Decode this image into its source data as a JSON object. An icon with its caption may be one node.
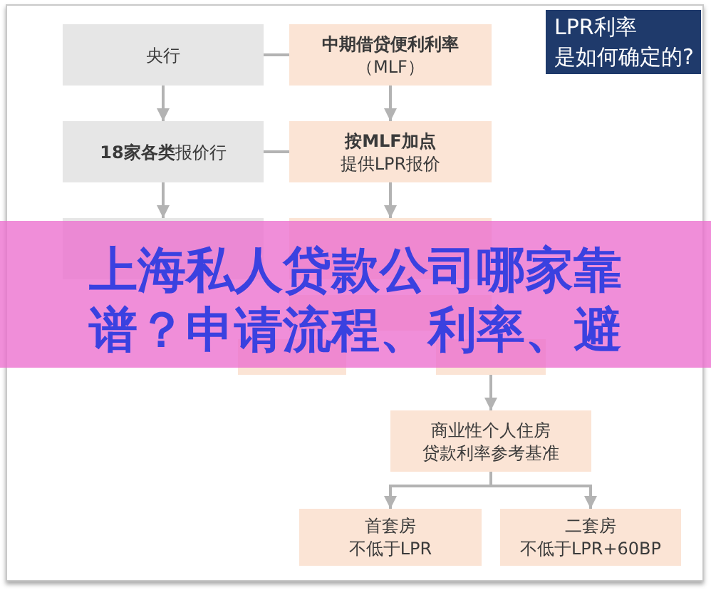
{
  "diagram": {
    "title": "上海私人贷款公司哪家靠谱？申请流程、利率、避",
    "nodes": [
      {
        "text": [
          "央行"
        ]
      },
      {
        "text": [
          "中期借贷便利利率",
          "（MLF）"
        ]
      },
      {
        "text": [
          "LPR利率",
          "是如何确定的?"
        ]
      },
      {
        "text": [
          "**18家各类**报价行"
        ]
      },
      {
        "text": [
          "按MLF加点",
          "提供LPR报价"
        ]
      },
      {
        "text": [],
        "shape": "box"
      },
      {
        "text": [],
        "shape": "box"
      },
      {
        "text": [],
        "shape": "box"
      },
      {
        "text": [],
        "shape": "box"
      },
      {
        "text": [],
        "shape": "box"
      },
      {
        "text": [
          "商业性个人住房",
          "贷款利率参考基准"
        ]
      },
      {
        "text": [
          "首套房",
          "不低于LPR"
        ]
      },
      {
        "text": [
          "二套房",
          "不低于LPR+60BP"
        ]
      }
    ],
    "edges": [
      {
        "from": 0,
        "to": 1,
        "arrow": "none"
      },
      {
        "from": 0,
        "to": 3,
        "arrow": "to"
      },
      {
        "from": 1,
        "to": 4,
        "arrow": "to"
      },
      {
        "from": 3,
        "to": 4,
        "arrow": "none"
      },
      {
        "from": 3,
        "to": 5,
        "arrow": "to"
      },
      {
        "from": 4,
        "to": 6,
        "arrow": "to"
      },
      {
        "from": 9,
        "to": 10,
        "arrow": "to"
      },
      {
        "from": 10,
        "to": 11,
        "arrow": "to"
      },
      {
        "from": 10,
        "to": 12,
        "arrow": "to"
      }
    ]
  }
}
